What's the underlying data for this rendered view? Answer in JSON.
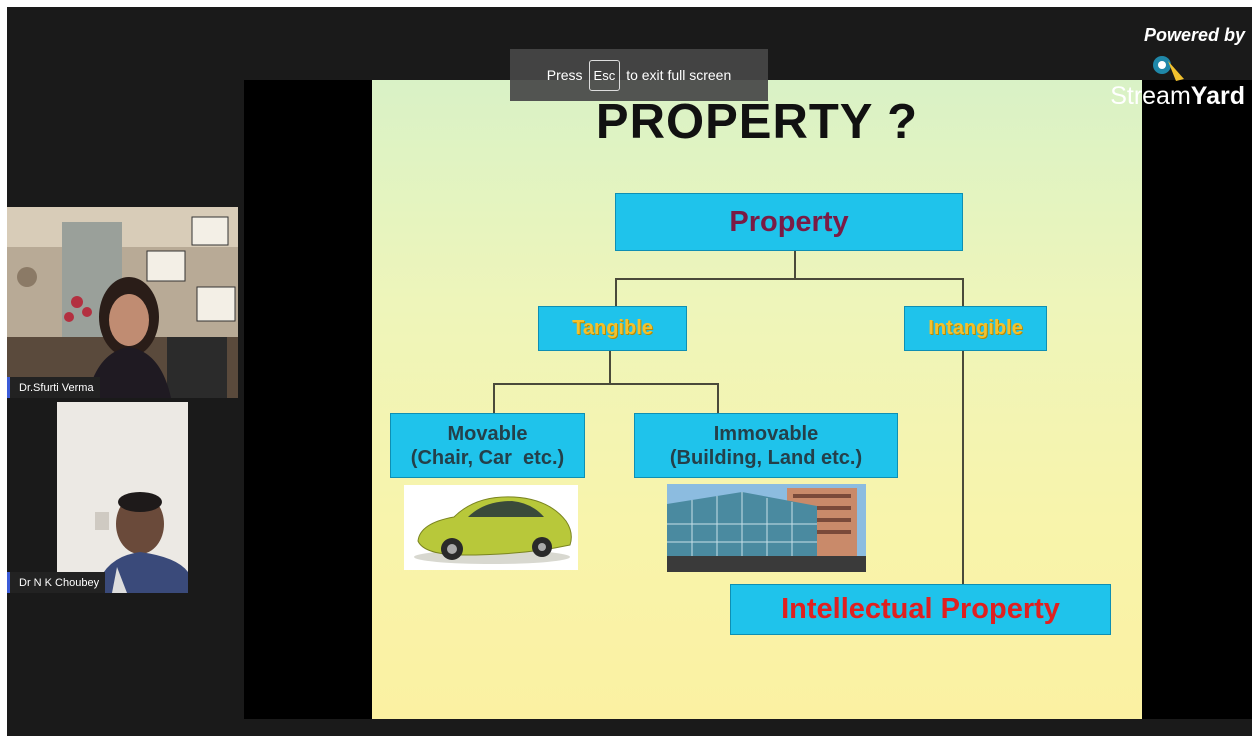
{
  "fullscreen_hint": {
    "prefix": "Press",
    "key": "Esc",
    "suffix": "to exit full screen"
  },
  "branding": {
    "powered_by": "Powered by",
    "brand_prefix": "Stream",
    "brand_suffix": "Yard"
  },
  "participants": [
    {
      "name": "Dr.Sfurti Verma"
    },
    {
      "name": "Dr N K Choubey"
    }
  ],
  "slide": {
    "title": "PROPERTY ?",
    "root": "Property",
    "tangible": "Tangible",
    "intangible": "Intangible",
    "movable": {
      "line1": "Movable",
      "line2": "(Chair, Car  etc.)"
    },
    "immovable": {
      "line1": "Immovable",
      "line2": "(Building, Land etc.)"
    },
    "intellectual": "Intellectual Property"
  },
  "colors": {
    "box_fill": "#1fc3eb",
    "root_text": "#7a1b45",
    "gold_text": "#f2c12e",
    "ip_text": "#e02020",
    "stage_bg": "#1a1a1a"
  }
}
